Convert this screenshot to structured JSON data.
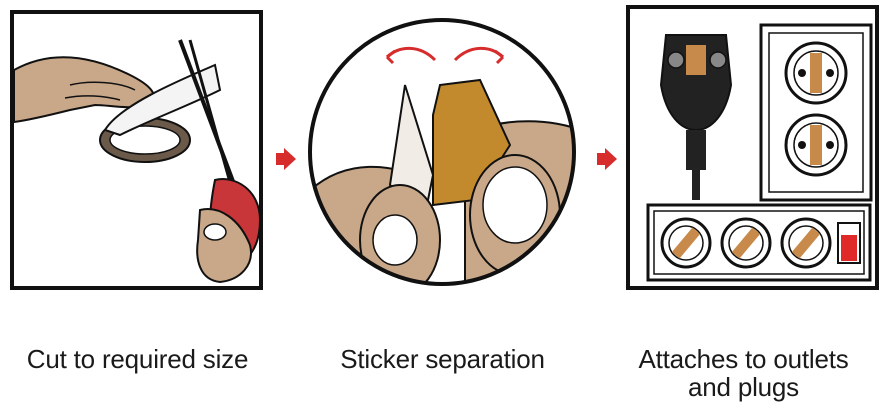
{
  "steps": [
    {
      "caption": "Cut to required size",
      "illustration": "hands-cutting-tape-with-scissors"
    },
    {
      "caption": "Sticker separation",
      "illustration": "fingers-peeling-backing-from-sticker"
    },
    {
      "caption_line1": "Attaches to outlets",
      "caption_line2": "and plugs",
      "illustration": "plug-and-power-strip"
    }
  ],
  "icons": [
    "step-arrow-icon"
  ],
  "colors": {
    "frame": "#111111",
    "skin": "#c9a88a",
    "skin_dark": "#a8876a",
    "arrow_red": "#d72c2c",
    "scissor_red": "#c8363a",
    "sticker_amber": "#c28a2c",
    "sticker_white": "#f2ece6",
    "outlet_orange": "#c88a4a",
    "switch_red": "#e02a2a"
  }
}
